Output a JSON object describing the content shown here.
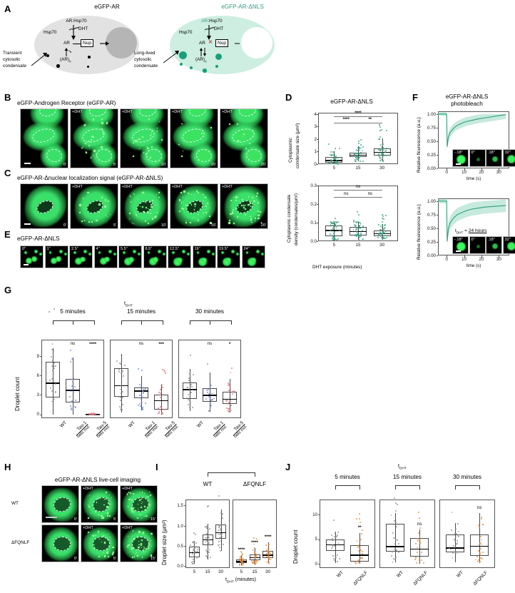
{
  "panelA": {
    "letter": "A",
    "left_title": "eGFP-AR",
    "right_title": "eGFP-AR-ΔNLS",
    "left": {
      "complex": "AR:Hsp70",
      "hsp70": "Hsp70",
      "dht": "DHT",
      "ar": "AR",
      "nup": "Nup",
      "oligomer": "(AR)",
      "oligomer_sub": "n",
      "callout": "Transient\ncytosolic\ncondensate",
      "callout_lines": [
        "Transient",
        "cytosolic",
        "condensate"
      ]
    },
    "right": {
      "complex_prefix": "AR",
      "complex_suffix": ":Hsp70",
      "hsp70": "Hsp70",
      "dht": "DHT",
      "ar": "AR",
      "nup": "Nup",
      "block": "✕",
      "oligomer": "(AR)",
      "oligomer_sub": "n",
      "callout_lines": [
        "Long-lived",
        "cytosolic",
        "condensate"
      ]
    }
  },
  "panelB": {
    "letter": "B",
    "title": "eGFP-Androgen Receptor (eGFP-AR)",
    "frames": [
      {
        "dht": "",
        "time": "0'"
      },
      {
        "dht": "+DHT",
        "time": "5'"
      },
      {
        "dht": "+DHT",
        "time": "10'"
      },
      {
        "dht": "+DHT",
        "time": "15'"
      },
      {
        "dht": "+DHT",
        "time": "20'"
      }
    ]
  },
  "panelC": {
    "letter": "C",
    "title": "eGFP-AR-Δnuclear localization signal (eGFP-AR-ΔNLS)",
    "frames": [
      {
        "dht": "",
        "time": "0'"
      },
      {
        "dht": "+DHT",
        "time": "5'"
      },
      {
        "dht": "+DHT",
        "time": "10'"
      },
      {
        "dht": "+DHT",
        "time": "15'"
      },
      {
        "dht": "+DHT",
        "time": "20'"
      }
    ]
  },
  "panelE": {
    "letter": "E",
    "title": "eGFP-AR-ΔNLS",
    "times": [
      "0\"",
      "1\"",
      "2.5\"",
      "4\"",
      "5.5\"",
      "8.5\"",
      "12.5\"",
      "16\"",
      "19.5\"",
      "24\""
    ]
  },
  "panelD": {
    "letter": "D",
    "title": "eGFP-AR-ΔNLS",
    "xlabel": "DHT exposure (minutes)",
    "top": {
      "ylabel_l1": "Cytoplasmic",
      "ylabel_l2": "condensate size (μm²)",
      "yticks": [
        "0",
        "1",
        "2",
        "3",
        "4"
      ],
      "xticks": [
        "5",
        "15",
        "30"
      ],
      "sig": [
        "****",
        "****",
        "**"
      ]
    },
    "bottom": {
      "ylabel_l1": "Cytoplasmic condensate",
      "ylabel_l2": "density (condensates/μm²)",
      "yticks": [
        "0.0",
        "0.1",
        "0.2",
        "0.3"
      ],
      "xticks": [
        "5",
        "15",
        "30"
      ],
      "sig": [
        "ns",
        "ns",
        "ns"
      ]
    }
  },
  "panelF": {
    "letter": "F",
    "title_l1": "eGFP-AR-ΔNLS",
    "title_l2": "photobleach",
    "ylabel": "Relative flourescence (a.u.)",
    "xlabel": "time (s)",
    "yticks": [
      "0.00",
      "0.25",
      "0.50",
      "0.75",
      "1.00"
    ],
    "xticks": [
      "0",
      "10",
      "20",
      "30"
    ],
    "inset_times": [
      "-.18\"",
      "0\"",
      ".18\"",
      "32\""
    ],
    "bottom_note_prefix": "t",
    "bottom_note_sub": "DHT",
    "bottom_note_rest": " = ",
    "bottom_note_value": "24 hours"
  },
  "panelG": {
    "letter": "G",
    "group_label_prefix": "t",
    "group_label_sub": "DHT",
    "ylabel": "Droplet count",
    "yticks": [
      "0",
      "3",
      "6",
      "9"
    ],
    "groups": [
      {
        "title": "5 minutes",
        "sig": [
          "ns",
          "****"
        ]
      },
      {
        "title": "15 minutes",
        "sig": [
          "ns",
          "***"
        ]
      },
      {
        "title": "30 minutes",
        "sig": [
          "ns",
          "*"
        ]
      }
    ],
    "xticks": [
      "WT",
      "Tau-1",
      "Tau-5"
    ],
    "xtick_sub": [
      "",
      "helix mut.",
      "helix mut."
    ]
  },
  "panelH": {
    "letter": "H",
    "title": "eGFP-AR-ΔNLS live-cell imaging",
    "rows": [
      {
        "label": "WT",
        "frames": [
          {
            "dht": "",
            "time": "0'"
          },
          {
            "dht": "+DHT",
            "time": "5'"
          },
          {
            "dht": "+DHT",
            "time": "15'"
          }
        ]
      },
      {
        "label": "ΔFQNLF",
        "frames": [
          {
            "dht": "",
            "time": "0'"
          },
          {
            "dht": "+DHT",
            "time": "5'"
          },
          {
            "dht": "+DHT",
            "time": "15'"
          }
        ]
      }
    ]
  },
  "panelI": {
    "letter": "I",
    "ylabel": "Droplet size (μm²)",
    "xlabel_prefix": "t",
    "xlabel_sub": "DHT",
    "xlabel_rest": " (minutes)",
    "yticks": [
      "0.0",
      "0.5",
      "1.0",
      "1.5"
    ],
    "xticks": [
      "5",
      "15",
      "30"
    ],
    "groups": [
      {
        "title": "WT",
        "sig": [
          "",
          "",
          ""
        ]
      },
      {
        "title": "ΔFQNLF",
        "sig": [
          "****",
          "****",
          "****"
        ]
      }
    ]
  },
  "panelJ": {
    "letter": "J",
    "group_label_prefix": "t",
    "group_label_sub": "DHT",
    "ylabel": "Droplet count",
    "yticks": [
      "0",
      "5",
      "10"
    ],
    "groups": [
      {
        "title": "5 minutes",
        "sig": "**"
      },
      {
        "title": "15 minutes",
        "sig": "ns"
      },
      {
        "title": "30 minutes",
        "sig": "ns"
      }
    ],
    "xticks": [
      "WT",
      "ΔFQNLF"
    ]
  },
  "colors": {
    "teal": "#2e9e7e",
    "teal_point": "#2e9e7e",
    "blue_point": "#6f86d6",
    "red_point": "#e0707a",
    "orange_point": "#e08a3c",
    "gray_point": "#8a8a8a",
    "cell_gray": "#e2e2e2",
    "cell_teal": "#cdeee1",
    "nucleus_gray": "#b5b5b5",
    "green_fluor": "#2fdd62"
  },
  "chart_data": [
    {
      "id": "D-top",
      "type": "box",
      "title": "eGFP-AR-ΔNLS",
      "ylabel": "Cytoplasmic condensate size (μm²)",
      "xlabel": "DHT exposure (minutes)",
      "categories": [
        "5",
        "15",
        "30"
      ],
      "ylim": [
        0,
        4.1
      ],
      "boxes": [
        {
          "q1": 0.14,
          "median": 0.27,
          "q3": 0.56,
          "lo": 0.02,
          "hi": 1.02
        },
        {
          "q1": 0.55,
          "median": 0.72,
          "q3": 0.9,
          "lo": 0.2,
          "hi": 1.4
        },
        {
          "q1": 0.7,
          "median": 0.95,
          "q3": 1.27,
          "lo": 0.22,
          "hi": 2.05
        }
      ],
      "significance": [
        {
          "from": "5",
          "to": "15",
          "label": "****"
        },
        {
          "from": "15",
          "to": "30",
          "label": "**"
        },
        {
          "from": "5",
          "to": "30",
          "label": "****"
        }
      ]
    },
    {
      "id": "D-bottom",
      "type": "box",
      "ylabel": "Cytoplasmic condensate density (condensates/μm²)",
      "xlabel": "DHT exposure (minutes)",
      "categories": [
        "5",
        "15",
        "30"
      ],
      "ylim": [
        0,
        0.3
      ],
      "boxes": [
        {
          "q1": 0.027,
          "median": 0.058,
          "q3": 0.085,
          "lo": 0.004,
          "hi": 0.108
        },
        {
          "q1": 0.032,
          "median": 0.052,
          "q3": 0.077,
          "lo": 0.008,
          "hi": 0.105
        },
        {
          "q1": 0.025,
          "median": 0.04,
          "q3": 0.058,
          "lo": 0.006,
          "hi": 0.092
        }
      ],
      "significance": [
        {
          "from": "5",
          "to": "15",
          "label": "ns"
        },
        {
          "from": "15",
          "to": "30",
          "label": "ns"
        },
        {
          "from": "5",
          "to": "30",
          "label": "ns"
        }
      ]
    },
    {
      "id": "F-top",
      "type": "line",
      "title": "eGFP-AR-ΔNLS photobleach",
      "xlabel": "time (s)",
      "ylabel": "Relative flourescence (a.u.)",
      "xlim": [
        -5,
        36
      ],
      "ylim": [
        0,
        1.05
      ],
      "x": [
        -5,
        -1,
        0,
        0.3,
        1,
        2,
        4,
        6,
        8,
        11,
        14,
        18,
        22,
        26,
        30,
        34
      ],
      "y": [
        1.0,
        1.0,
        1.0,
        0.4,
        0.58,
        0.66,
        0.74,
        0.79,
        0.82,
        0.86,
        0.88,
        0.91,
        0.93,
        0.95,
        0.97,
        0.99
      ],
      "band_lo": [
        0.97,
        0.97,
        0.97,
        0.33,
        0.5,
        0.58,
        0.66,
        0.71,
        0.74,
        0.78,
        0.8,
        0.83,
        0.85,
        0.87,
        0.89,
        0.91
      ],
      "band_hi": [
        1.03,
        1.03,
        1.03,
        0.47,
        0.66,
        0.74,
        0.82,
        0.87,
        0.9,
        0.94,
        0.96,
        0.99,
        1.0,
        1.0,
        1.0,
        1.0
      ]
    },
    {
      "id": "F-bottom",
      "type": "line",
      "xlabel": "time (s)",
      "ylabel": "Relative flourescence (a.u.)",
      "xlim": [
        -5,
        36
      ],
      "ylim": [
        0,
        1.05
      ],
      "x": [
        -5,
        -1,
        0,
        0.3,
        1,
        2,
        4,
        6,
        8,
        11,
        14,
        18,
        22,
        26,
        30,
        34
      ],
      "y": [
        1.0,
        1.0,
        1.0,
        0.26,
        0.5,
        0.6,
        0.69,
        0.75,
        0.78,
        0.82,
        0.85,
        0.87,
        0.89,
        0.9,
        0.91,
        0.92
      ],
      "band_lo": [
        0.96,
        0.96,
        0.96,
        0.18,
        0.38,
        0.48,
        0.57,
        0.63,
        0.66,
        0.7,
        0.73,
        0.75,
        0.77,
        0.78,
        0.79,
        0.8
      ],
      "band_hi": [
        1.04,
        1.04,
        1.04,
        0.34,
        0.62,
        0.72,
        0.81,
        0.87,
        0.9,
        0.94,
        0.97,
        0.99,
        1.0,
        1.01,
        1.02,
        1.03
      ]
    },
    {
      "id": "G",
      "type": "box",
      "ylabel": "Droplet count",
      "ylim": [
        -0.6,
        11.5
      ],
      "categories": [
        "WT",
        "Tau-1 helix mut.",
        "Tau-5 helix mut."
      ],
      "groups": [
        {
          "name": "5 minutes",
          "boxes": [
            {
              "q1": 2.6,
              "median": 4.8,
              "q3": 8.1,
              "lo": 0.0,
              "hi": 10.2
            },
            {
              "q1": 1.8,
              "median": 3.7,
              "q3": 5.5,
              "lo": 0.0,
              "hi": 8.8
            },
            {
              "q1": 0.0,
              "median": 0.0,
              "q3": 0.05,
              "lo": 0.0,
              "hi": 0.1
            }
          ]
        },
        {
          "name": "15 minutes",
          "boxes": [
            {
              "q1": 2.7,
              "median": 4.4,
              "q3": 7.1,
              "lo": 0.3,
              "hi": 9.3
            },
            {
              "q1": 2.5,
              "median": 3.6,
              "q3": 4.1,
              "lo": 0.6,
              "hi": 5.9
            },
            {
              "q1": 0.7,
              "median": 2.1,
              "q3": 3.0,
              "lo": 0.0,
              "hi": 4.6
            }
          ]
        },
        {
          "name": "30 minutes",
          "boxes": [
            {
              "q1": 2.4,
              "median": 3.8,
              "q3": 4.9,
              "lo": 0.5,
              "hi": 7.0
            },
            {
              "q1": 1.9,
              "median": 2.9,
              "q3": 4.0,
              "lo": 0.4,
              "hi": 6.4
            },
            {
              "q1": 1.6,
              "median": 2.3,
              "q3": 3.5,
              "lo": 0.3,
              "hi": 5.4
            }
          ]
        }
      ]
    },
    {
      "id": "I",
      "type": "box",
      "ylabel": "Droplet size (μm²)",
      "xlabel": "tDHT (minutes)",
      "categories": [
        "5",
        "15",
        "30"
      ],
      "ylim": [
        -0.05,
        1.65
      ],
      "groups": [
        {
          "name": "WT",
          "boxes": [
            {
              "q1": 0.22,
              "median": 0.33,
              "q3": 0.48,
              "lo": 0.05,
              "hi": 0.62
            },
            {
              "q1": 0.52,
              "median": 0.65,
              "q3": 0.79,
              "lo": 0.17,
              "hi": 1.05
            },
            {
              "q1": 0.68,
              "median": 0.83,
              "q3": 1.03,
              "lo": 0.38,
              "hi": 1.4
            }
          ]
        },
        {
          "name": "ΔFQNLF",
          "boxes": [
            {
              "q1": 0.07,
              "median": 0.11,
              "q3": 0.16,
              "lo": 0.02,
              "hi": 0.26
            },
            {
              "q1": 0.14,
              "median": 0.21,
              "q3": 0.29,
              "lo": 0.04,
              "hi": 0.45
            },
            {
              "q1": 0.2,
              "median": 0.27,
              "q3": 0.37,
              "lo": 0.06,
              "hi": 0.58
            }
          ]
        }
      ]
    },
    {
      "id": "J",
      "type": "box",
      "ylabel": "Droplet count",
      "ylim": [
        -0.8,
        13
      ],
      "categories": [
        "WT",
        "ΔFQNLF"
      ],
      "groups": [
        {
          "name": "5 minutes",
          "boxes": [
            {
              "q1": 2.7,
              "median": 3.9,
              "q3": 5.0,
              "lo": 0.2,
              "hi": 6.6
            },
            {
              "q1": 0.5,
              "median": 1.8,
              "q3": 3.8,
              "lo": 0.0,
              "hi": 6.2
            }
          ]
        },
        {
          "name": "15 minutes",
          "boxes": [
            {
              "q1": 2.5,
              "median": 3.5,
              "q3": 8.1,
              "lo": 0.4,
              "hi": 10.3
            },
            {
              "q1": 1.5,
              "median": 3.0,
              "q3": 5.2,
              "lo": 0.0,
              "hi": 7.0
            }
          ]
        },
        {
          "name": "30 minutes",
          "boxes": [
            {
              "q1": 2.3,
              "median": 3.2,
              "q3": 6.0,
              "lo": 0.3,
              "hi": 8.2
            },
            {
              "q1": 1.7,
              "median": 3.6,
              "q3": 6.0,
              "lo": 0.2,
              "hi": 10.2
            }
          ]
        }
      ]
    }
  ]
}
